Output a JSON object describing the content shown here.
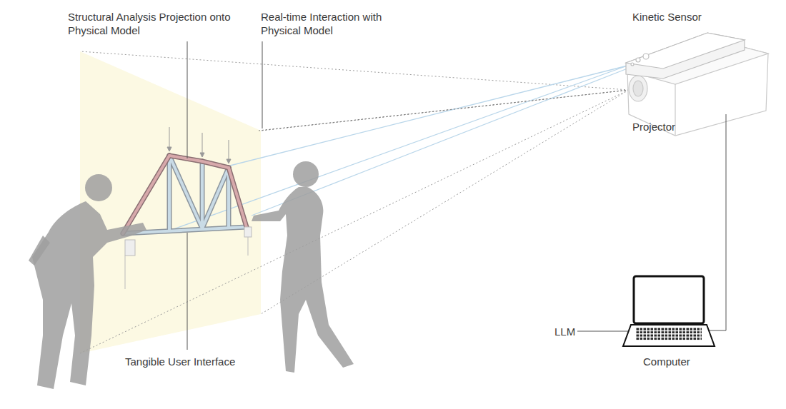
{
  "diagram": {
    "labels": [
      "Structural Analysis Projection onto Physical Model",
      "Real-time Interaction with Physical Model",
      "Kinetic Sensor",
      "Projector",
      "Tangible User Interface",
      "LLM",
      "Computer"
    ]
  }
}
